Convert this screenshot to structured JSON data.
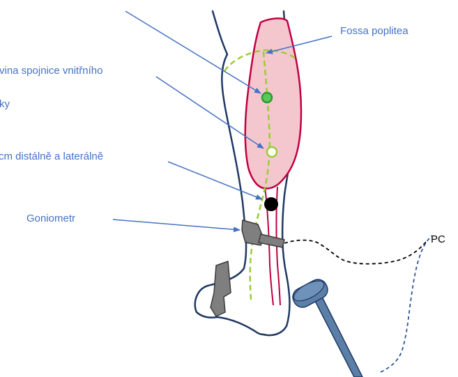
{
  "labels": {
    "fossa_poplitea": "Fossa poplitea",
    "spojnice_line1": "vina spojnice vnitřního",
    "spojnice_line2": "ky",
    "distalne": "cm distálně a laterálně",
    "goniometr": "Goniometr",
    "pc": "PC"
  },
  "colors": {
    "leg_outline": "#1F3864",
    "muscle_stroke": "#C00040",
    "muscle_fill": "#F4C7CF",
    "dashed_green": "#9ACD32",
    "marker_green_fill": "#5BC85B",
    "marker_green_stroke": "#2E9B2E",
    "marker_open_stroke": "#9ACD32",
    "marker_black": "#000000",
    "arrow_blue": "#4472C4",
    "device_gray": "#7F7F7F",
    "hammer_blue": "#5B7FA6",
    "cable_black": "#000000",
    "cable_blue": "#2F5597"
  }
}
